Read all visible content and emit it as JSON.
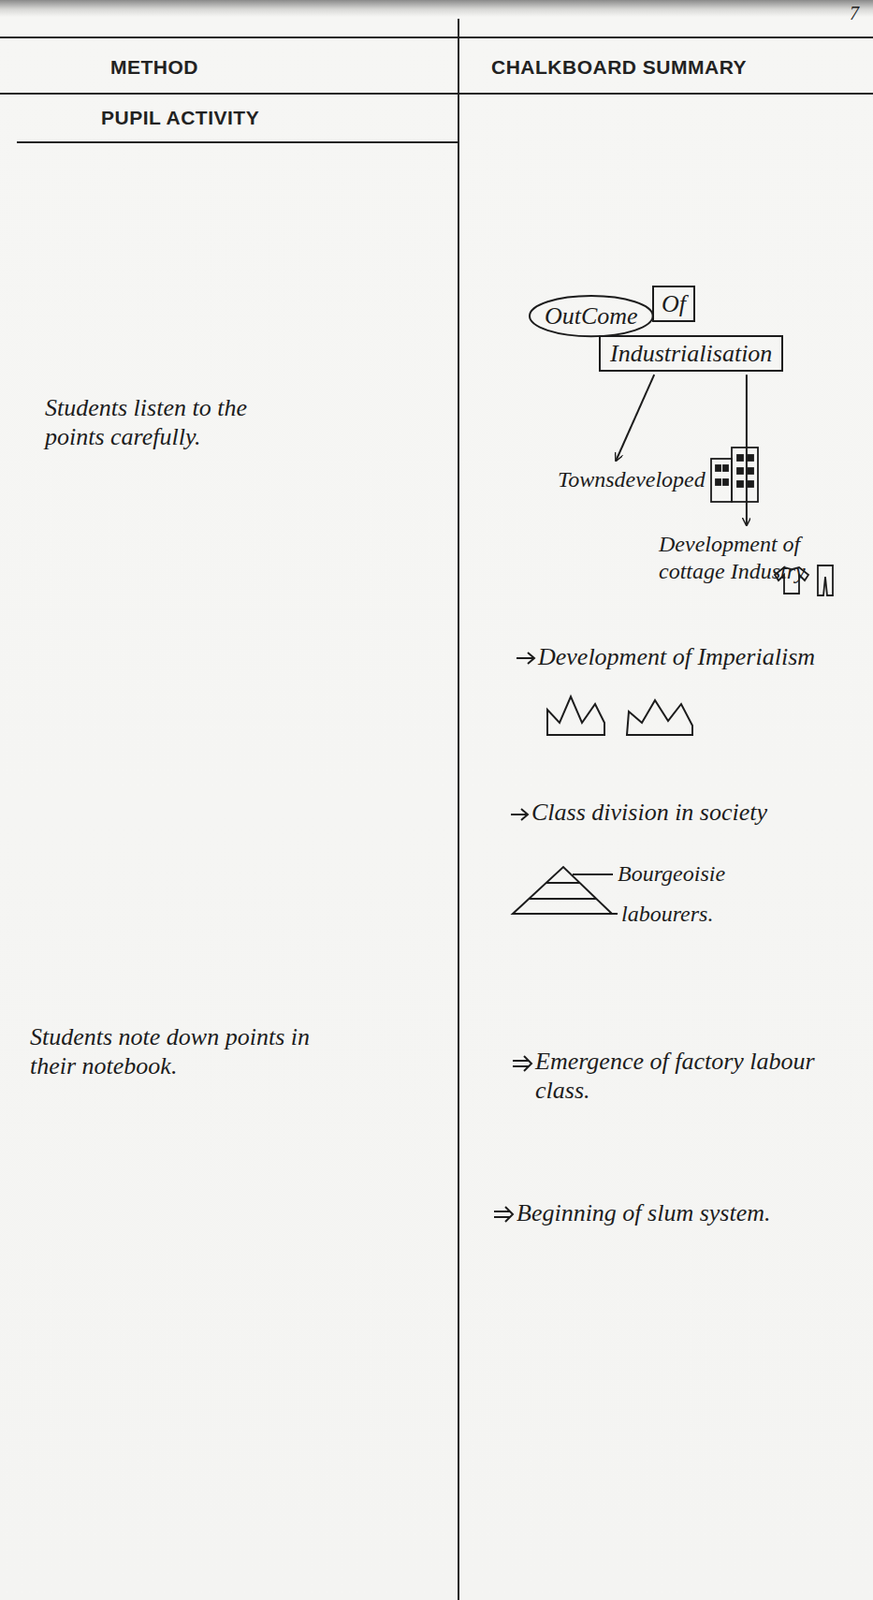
{
  "diagram": {
    "nodes": [
      {
        "text": [
          "OutCome"
        ]
      },
      {
        "text": [
          "Of"
        ]
      },
      {
        "text": [
          "Industrialisation"
        ]
      },
      {
        "text": [
          "Townsdeveloped"
        ]
      },
      {
        "text": [
          "Development of cottage Industry"
        ]
      }
    ],
    "edges": [
      {
        "from": 2,
        "to": 3,
        "arrow": "to"
      },
      {
        "from": 2,
        "to": 4,
        "arrow": "to"
      }
    ],
    "labels": [
      "7",
      "METHOD",
      "CHALKBOARD SUMMARY",
      "PUPIL ACTIVITY",
      "Students listen to the points carefully.",
      "Development of Imperialism",
      "Class division in society",
      "Bourgeoisie",
      "labourers.",
      "Students note down points in their notebook.",
      "Emergence of factory labour class.",
      "Beginning of slum system."
    ]
  }
}
